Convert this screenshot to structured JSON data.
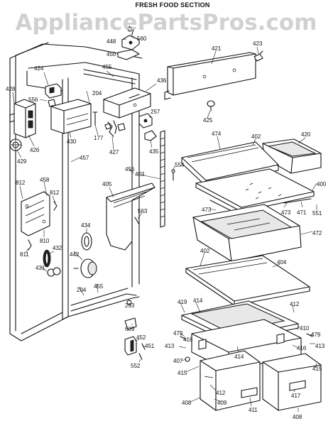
{
  "title": "FRESH FOOD SECTION",
  "watermark": "AppliancePartsPros.com",
  "part_labels": [
    {
      "id": "p560",
      "text": "560"
    },
    {
      "id": "p448",
      "text": "448"
    },
    {
      "id": "p450",
      "text": "450"
    },
    {
      "id": "p421",
      "text": "421"
    },
    {
      "id": "p423",
      "text": "423"
    },
    {
      "id": "p424",
      "text": "424"
    },
    {
      "id": "p455a",
      "text": "455"
    },
    {
      "id": "p436",
      "text": "436"
    },
    {
      "id": "p428",
      "text": "428"
    },
    {
      "id": "p556",
      "text": "556"
    },
    {
      "id": "p204a",
      "text": "204"
    },
    {
      "id": "p425",
      "text": "425"
    },
    {
      "id": "p430",
      "text": "430"
    },
    {
      "id": "p177",
      "text": "177"
    },
    {
      "id": "p257",
      "text": "257"
    },
    {
      "id": "p426",
      "text": "426"
    },
    {
      "id": "p427",
      "text": "427"
    },
    {
      "id": "p435",
      "text": "435"
    },
    {
      "id": "p474",
      "text": "474"
    },
    {
      "id": "p402a",
      "text": "402"
    },
    {
      "id": "p420",
      "text": "420"
    },
    {
      "id": "p429",
      "text": "429"
    },
    {
      "id": "p457",
      "text": "457"
    },
    {
      "id": "p554",
      "text": "554"
    },
    {
      "id": "p456",
      "text": "456"
    },
    {
      "id": "p403",
      "text": "403"
    },
    {
      "id": "p400",
      "text": "400"
    },
    {
      "id": "p458",
      "text": "458"
    },
    {
      "id": "p812a",
      "text": "812"
    },
    {
      "id": "p812b",
      "text": "812"
    },
    {
      "id": "p405",
      "text": "405"
    },
    {
      "id": "p551",
      "text": "551"
    },
    {
      "id": "p473a",
      "text": "473"
    },
    {
      "id": "p473b",
      "text": "473"
    },
    {
      "id": "p471",
      "text": "471"
    },
    {
      "id": "p563",
      "text": "563"
    },
    {
      "id": "p434",
      "text": "434"
    },
    {
      "id": "p472",
      "text": "472"
    },
    {
      "id": "p810",
      "text": "810"
    },
    {
      "id": "p811",
      "text": "811"
    },
    {
      "id": "p432",
      "text": "432"
    },
    {
      "id": "p442",
      "text": "442"
    },
    {
      "id": "p402b",
      "text": "402"
    },
    {
      "id": "p431",
      "text": "431"
    },
    {
      "id": "p404",
      "text": "404"
    },
    {
      "id": "p204b",
      "text": "204"
    },
    {
      "id": "p455b",
      "text": "455"
    },
    {
      "id": "p419",
      "text": "419"
    },
    {
      "id": "p414a",
      "text": "414"
    },
    {
      "id": "p293",
      "text": "293"
    },
    {
      "id": "p412a",
      "text": "412"
    },
    {
      "id": "p609",
      "text": "609"
    },
    {
      "id": "p479a",
      "text": "479"
    },
    {
      "id": "p410",
      "text": "410"
    },
    {
      "id": "p452",
      "text": "452"
    },
    {
      "id": "p416a",
      "text": "416"
    },
    {
      "id": "p479b",
      "text": "479"
    },
    {
      "id": "p451",
      "text": "451"
    },
    {
      "id": "p413a",
      "text": "413"
    },
    {
      "id": "p413b",
      "text": "413"
    },
    {
      "id": "p414b",
      "text": "414"
    },
    {
      "id": "p416b",
      "text": "416"
    },
    {
      "id": "p552",
      "text": "552"
    },
    {
      "id": "p407",
      "text": "407"
    },
    {
      "id": "p415a",
      "text": "415"
    },
    {
      "id": "p415b",
      "text": "415"
    },
    {
      "id": "p412b",
      "text": "412"
    },
    {
      "id": "p408a",
      "text": "408"
    },
    {
      "id": "p409",
      "text": "409"
    },
    {
      "id": "p411",
      "text": "411"
    },
    {
      "id": "p417",
      "text": "417"
    },
    {
      "id": "p408b",
      "text": "408"
    }
  ]
}
